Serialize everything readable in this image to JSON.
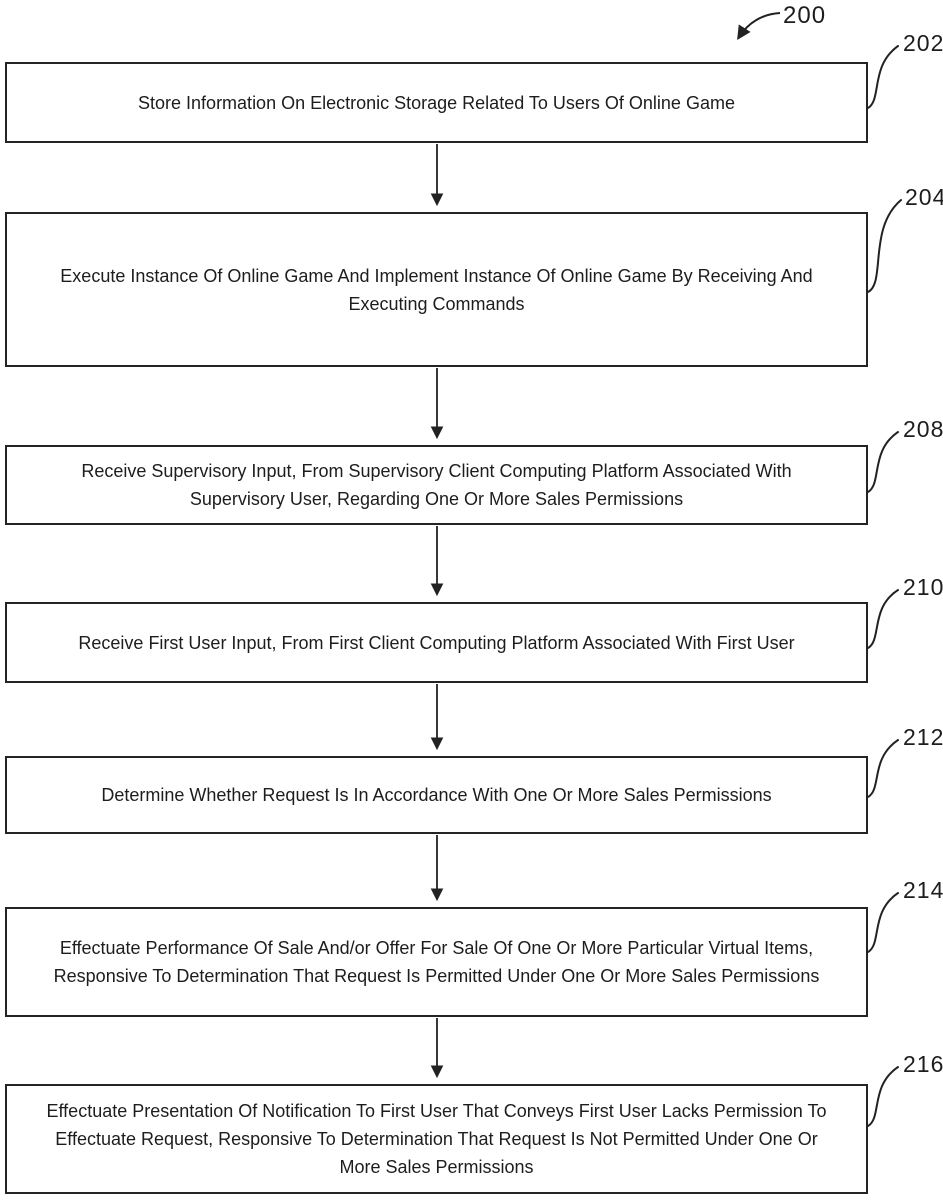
{
  "figure": {
    "reference_label": "200",
    "colors": {
      "line": "#222222",
      "text": "#1d1d1d",
      "background": "#ffffff"
    },
    "steps": [
      {
        "ref": "202",
        "text": "Store Information On Electronic Storage Related To Users Of Online Game"
      },
      {
        "ref": "204",
        "text": "Execute Instance Of Online Game And Implement Instance Of Online Game By Receiving And Executing Commands"
      },
      {
        "ref": "208",
        "text": "Receive Supervisory Input, From Supervisory Client Computing Platform Associated With Supervisory User, Regarding One Or More Sales Permissions"
      },
      {
        "ref": "210",
        "text": "Receive First User Input, From First Client Computing Platform Associated With First User"
      },
      {
        "ref": "212",
        "text": "Determine Whether Request Is In Accordance With One Or More Sales Permissions"
      },
      {
        "ref": "214",
        "text": "Effectuate Performance Of Sale And/or Offer For Sale Of One Or More Particular Virtual Items, Responsive To Determination That Request Is Permitted Under One Or More Sales Permissions"
      },
      {
        "ref": "216",
        "text": "Effectuate Presentation Of Notification To First User That Conveys First User Lacks Permission To Effectuate Request, Responsive To Determination That Request Is Not Permitted Under One Or More Sales Permissions"
      }
    ],
    "flow": [
      {
        "from": "202",
        "to": "204"
      },
      {
        "from": "204",
        "to": "208"
      },
      {
        "from": "208",
        "to": "210"
      },
      {
        "from": "210",
        "to": "212"
      },
      {
        "from": "212",
        "to": "214"
      },
      {
        "from": "214",
        "to": "216"
      }
    ]
  }
}
